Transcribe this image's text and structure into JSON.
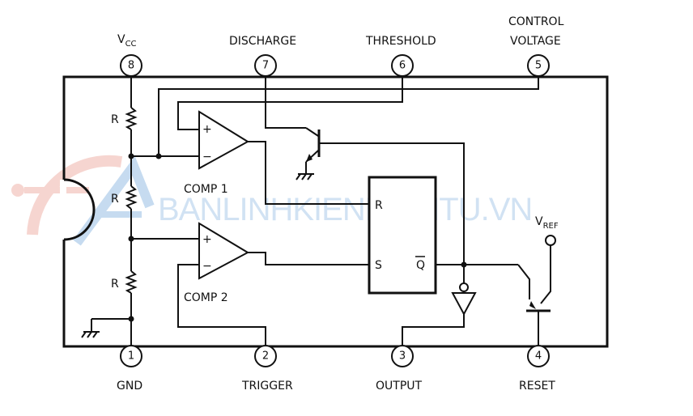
{
  "pins": [
    {
      "number": "8",
      "label": "VCC"
    },
    {
      "number": "7",
      "label": "DISCHARGE"
    },
    {
      "number": "6",
      "label": "THRESHOLD"
    },
    {
      "number": "5",
      "label": "CONTROL VOLTAGE"
    },
    {
      "number": "1",
      "label": "GND"
    },
    {
      "number": "2",
      "label": "TRIGGER"
    },
    {
      "number": "3",
      "label": "OUTPUT"
    },
    {
      "number": "4",
      "label": "RESET"
    }
  ],
  "vcc": {
    "main": "V",
    "sub": "CC"
  },
  "control": {
    "line1": "CONTROL",
    "line2": "VOLTAGE"
  },
  "resistors": [
    "R",
    "R",
    "R"
  ],
  "comparators": [
    {
      "label": "COMP 1",
      "plus": "+",
      "minus": "−"
    },
    {
      "label": "COMP 2",
      "plus": "+",
      "minus": "−"
    }
  ],
  "flipflop": {
    "r": "R",
    "s": "S",
    "q": "Q"
  },
  "vref": {
    "main": "V",
    "sub": "REF"
  },
  "watermark": "BANLINHKIENDIENTU.VN",
  "colors": {
    "lines": "#111111",
    "watermark_blue": "#5d9bd6",
    "watermark_red": "#e88a7a"
  }
}
